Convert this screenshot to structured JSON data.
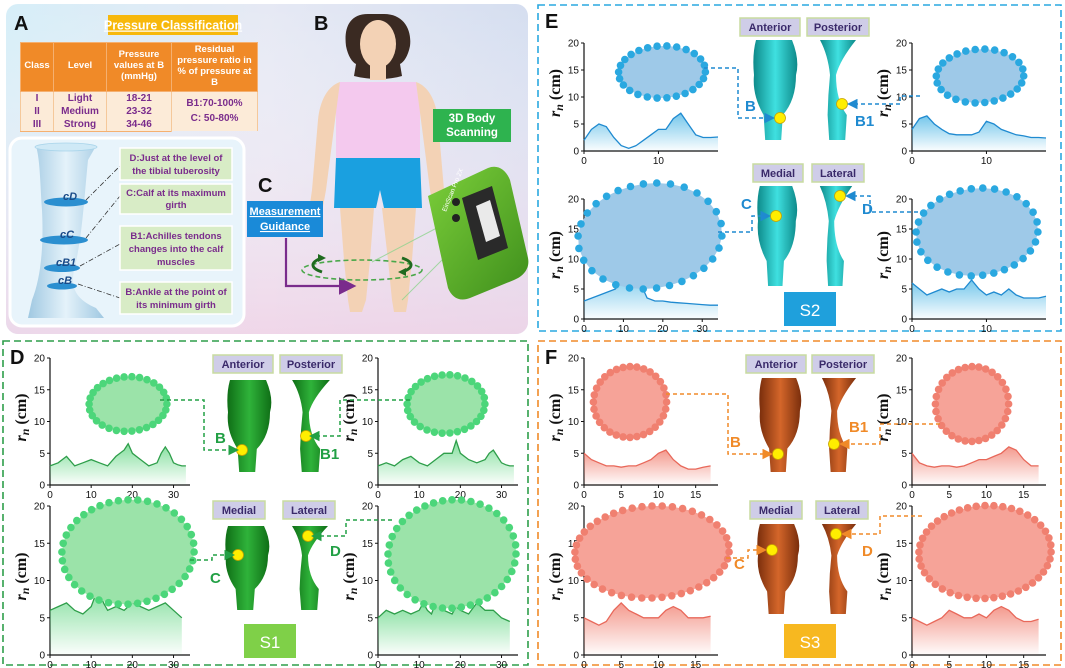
{
  "panel_letters": {
    "a": "A",
    "b": "B",
    "c": "C",
    "d": "D",
    "e": "E",
    "f": "F"
  },
  "pressure": {
    "title": "Pressure Classification",
    "headers": [
      "Class",
      "Level",
      "Pressure values at B (mmHg)",
      "Residual pressure ratio in % of pressure at B"
    ],
    "rows": [
      {
        "cls": "I",
        "level": "Light",
        "value": "18-21"
      },
      {
        "cls": "II",
        "level": "Medium",
        "value": "23-32"
      },
      {
        "cls": "III",
        "level": "Strong",
        "value": "34-46"
      }
    ],
    "ratio_b1": "B1:70-100%",
    "ratio_c": "C: 50-80%"
  },
  "leg_levels": {
    "marks": [
      "cD",
      "cC",
      "cB1",
      "cB"
    ],
    "desc_d": [
      "D:Just at the level of",
      "the tibial tuberosity"
    ],
    "desc_c": [
      "C:Calf at its maximum",
      "girth"
    ],
    "desc_b1": [
      "B1:Achilles tendons",
      "changes into the calf",
      "muscles"
    ],
    "desc_b": [
      "B:Ankle at the point of",
      "its minimum girth"
    ]
  },
  "labels": {
    "scanning": [
      "3D Body",
      "Scanning"
    ],
    "guidance": [
      "Measurement",
      "Guidance"
    ],
    "scanner_brand": "EinScan Pro 2X",
    "view_anterior": "Anterior",
    "view_posterior": "Posterior",
    "view_medial": "Medial",
    "view_lateral": "Lateral",
    "pt_b": "B",
    "pt_b1": "B1",
    "pt_c": "C",
    "pt_d": "D",
    "ylabel_r": "r",
    "ylabel_n": "n",
    "ylabel_unit": "(cm)"
  },
  "subjects": {
    "s1": "S1",
    "s2": "S2",
    "s3": "S3"
  },
  "colors": {
    "s1_fill": "#9be3a9",
    "s1_dot": "#4cd67a",
    "s1_leg": "#1f9a2a",
    "s1_border": "#2e9e4a",
    "s2_fill": "#9ec9e8",
    "s2_dot": "#2aa8e0",
    "s2_leg": "#1fc7c7",
    "s2_border": "#2aa8e0",
    "s3_fill": "#f6a398",
    "s3_dot": "#f08070",
    "s3_leg": "#b8501e",
    "s3_border": "#f08a28",
    "accent_orange": "#f08a28",
    "accent_blue": "#1f8ad0",
    "accent_green": "#22a045"
  },
  "chart_data": [
    {
      "id": "E-B",
      "type": "area",
      "x_ticks": [
        0,
        10
      ],
      "y_ticks": [
        0,
        5,
        10,
        15,
        20
      ],
      "x": [
        0,
        1,
        2,
        3,
        4,
        5,
        6,
        7,
        8,
        9,
        10,
        11,
        12,
        13,
        14,
        15,
        16,
        17,
        18
      ],
      "y": [
        2,
        4,
        5,
        4.5,
        2.5,
        1,
        0.5,
        1,
        2,
        3,
        4,
        4,
        6,
        7,
        5,
        3,
        2.5,
        2.5,
        2.6
      ]
    },
    {
      "id": "E-B1",
      "type": "area",
      "x_ticks": [
        0,
        10
      ],
      "y_ticks": [
        0,
        5,
        10,
        15,
        20
      ],
      "x": [
        0,
        1,
        2,
        3,
        4,
        5,
        6,
        7,
        8,
        9,
        10,
        11,
        12,
        13,
        14,
        15,
        16,
        17,
        18
      ],
      "y": [
        4,
        6,
        6.5,
        5,
        4,
        3.2,
        3,
        3,
        3,
        3.5,
        5.5,
        5,
        4,
        3.5,
        3,
        2.8,
        2.5,
        2.5,
        2.4
      ]
    },
    {
      "id": "E-C",
      "type": "area",
      "x_ticks": [
        0,
        10,
        20,
        30
      ],
      "y_ticks": [
        0,
        5,
        10,
        15,
        20
      ],
      "x": [
        0,
        2,
        4,
        6,
        8,
        9,
        10,
        11,
        12,
        13,
        14,
        15,
        16,
        18,
        20,
        22,
        24,
        26,
        28,
        30,
        32,
        34
      ],
      "y": [
        3,
        3.5,
        4,
        4.5,
        5,
        6,
        7,
        6.5,
        8,
        6,
        7,
        5,
        3.5,
        3,
        3,
        2.8,
        2.7,
        2.6,
        2.5,
        2.4,
        2.3,
        2.3
      ]
    },
    {
      "id": "E-D",
      "type": "area",
      "x_ticks": [
        0,
        10
      ],
      "y_ticks": [
        0,
        5,
        10,
        15,
        20
      ],
      "x": [
        0,
        1,
        2,
        3,
        4,
        5,
        6,
        7,
        8,
        9,
        10,
        11,
        12,
        13,
        14,
        15,
        16,
        17,
        18
      ],
      "y": [
        6,
        5,
        4,
        4.5,
        5,
        4.5,
        5,
        5,
        6.5,
        5,
        4,
        4.5,
        4,
        5,
        4,
        3.5,
        3.5,
        3.5,
        3.8
      ]
    },
    {
      "id": "D-B",
      "type": "area",
      "x_ticks": [
        0,
        10,
        20,
        30
      ],
      "y_ticks": [
        0,
        5,
        10,
        15,
        20
      ],
      "x": [
        0,
        2,
        4,
        6,
        8,
        10,
        12,
        14,
        16,
        18,
        19,
        20,
        22,
        24,
        26,
        27,
        28,
        29,
        30,
        31,
        32,
        33
      ],
      "y": [
        3,
        3.5,
        4.5,
        3,
        3.5,
        4,
        3.5,
        3,
        4.5,
        5.5,
        6.5,
        5,
        4,
        3,
        3.5,
        5,
        6,
        5,
        3.5,
        3.2,
        3,
        3
      ]
    },
    {
      "id": "D-B1",
      "type": "area",
      "x_ticks": [
        0,
        10,
        20,
        30
      ],
      "y_ticks": [
        0,
        5,
        10,
        15,
        20
      ],
      "x": [
        0,
        2,
        4,
        6,
        8,
        10,
        12,
        14,
        16,
        18,
        19,
        20,
        22,
        24,
        26,
        27,
        28,
        29,
        30,
        31,
        32,
        33
      ],
      "y": [
        3,
        3.5,
        3,
        4,
        4.5,
        3.5,
        3,
        4,
        5,
        5,
        7,
        5,
        4,
        3.5,
        4,
        5,
        5.5,
        4.5,
        3.5,
        3.2,
        3,
        3
      ]
    },
    {
      "id": "D-C",
      "type": "area",
      "x_ticks": [
        0,
        10,
        20,
        30
      ],
      "y_ticks": [
        0,
        5,
        10,
        15,
        20
      ],
      "x": [
        0,
        2,
        4,
        6,
        8,
        10,
        11,
        12,
        13,
        14,
        16,
        18,
        20,
        22,
        24,
        26,
        28,
        30,
        32
      ],
      "y": [
        6,
        6.5,
        7,
        6,
        5.5,
        6.5,
        8,
        9,
        7,
        6,
        6.5,
        6,
        7,
        6.5,
        6,
        6.5,
        7,
        6,
        5
      ]
    },
    {
      "id": "D-D",
      "type": "area",
      "x_ticks": [
        0,
        10,
        20,
        30
      ],
      "y_ticks": [
        0,
        5,
        10,
        15,
        20
      ],
      "x": [
        0,
        2,
        4,
        6,
        8,
        10,
        11,
        12,
        13,
        14,
        16,
        18,
        19,
        20,
        22,
        24,
        26,
        28,
        30,
        32
      ],
      "y": [
        5,
        6,
        5.5,
        6,
        5.5,
        6,
        7,
        6,
        5.5,
        7,
        6,
        5.5,
        6.5,
        6,
        5.5,
        7,
        6,
        6,
        5,
        4.5
      ]
    },
    {
      "id": "F-B",
      "type": "area",
      "x_ticks": [
        0,
        5,
        10,
        15
      ],
      "y_ticks": [
        0,
        5,
        10,
        15,
        20
      ],
      "x": [
        0,
        1,
        2,
        3,
        4,
        5,
        6,
        7,
        8,
        9,
        10,
        11,
        12,
        13,
        14,
        15,
        16,
        17
      ],
      "y": [
        5,
        4,
        3.5,
        3,
        3,
        2.8,
        3,
        3,
        3.5,
        4,
        5,
        5.5,
        4,
        3,
        2.5,
        2.5,
        2.8,
        3
      ]
    },
    {
      "id": "F-B1",
      "type": "area",
      "x_ticks": [
        0,
        5,
        10,
        15
      ],
      "y_ticks": [
        0,
        5,
        10,
        15,
        20
      ],
      "x": [
        0,
        1,
        2,
        3,
        4,
        5,
        6,
        7,
        8,
        9,
        10,
        11,
        12,
        13,
        14,
        15,
        16,
        17
      ],
      "y": [
        5,
        3.5,
        3,
        2.8,
        3,
        3,
        2.8,
        3,
        3.5,
        4,
        4,
        4.5,
        5,
        6,
        5.5,
        4,
        3,
        3
      ]
    },
    {
      "id": "F-C",
      "type": "area",
      "x_ticks": [
        0,
        5,
        10,
        15
      ],
      "y_ticks": [
        0,
        5,
        10,
        15,
        20
      ],
      "x": [
        0,
        1,
        2,
        3,
        4,
        5,
        6,
        7,
        8,
        9,
        10,
        11,
        12,
        13,
        14,
        15,
        16,
        17
      ],
      "y": [
        5,
        4.5,
        4,
        4.5,
        6,
        7,
        6,
        5.5,
        5,
        5,
        5,
        6,
        6.5,
        6,
        5,
        5,
        5,
        5.2
      ]
    },
    {
      "id": "F-D",
      "type": "area",
      "x_ticks": [
        0,
        5,
        10,
        15
      ],
      "y_ticks": [
        0,
        5,
        10,
        15,
        20
      ],
      "x": [
        0,
        1,
        2,
        3,
        4,
        5,
        6,
        7,
        8,
        9,
        10,
        11,
        12,
        13,
        14,
        15,
        16,
        17
      ],
      "y": [
        5,
        4.5,
        4,
        4.5,
        5,
        6,
        5.5,
        5,
        5,
        5.5,
        5,
        6,
        6.5,
        6,
        5,
        4.5,
        4.5,
        4.8
      ]
    }
  ]
}
